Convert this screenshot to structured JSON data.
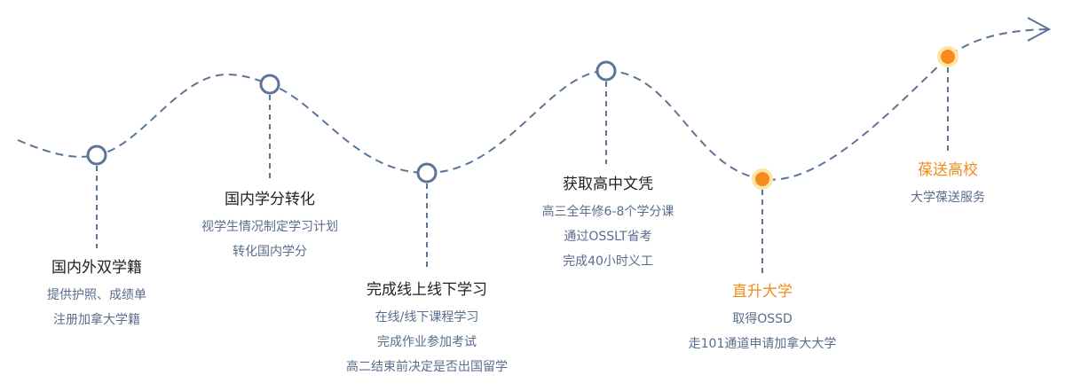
{
  "colors": {
    "path": "#5a7596",
    "node_ring": "#5a7596",
    "node_active_fill": "#f7891f",
    "node_active_glow": "#fbe6a3",
    "title_active": "#f08c1b",
    "desc": "#5a6d8c"
  },
  "steps": [
    {
      "title": "国内外双学籍",
      "lines": [
        "提供护照、成绩单",
        "注册加拿大学籍"
      ],
      "active": false
    },
    {
      "title": "国内学分转化",
      "lines": [
        "视学生情况制定学习计划",
        "转化国内学分"
      ],
      "active": false
    },
    {
      "title": "完成线上线下学习",
      "lines": [
        "在线/线下课程学习",
        "完成作业参加考试",
        "高二结束前决定是否出国留学"
      ],
      "active": false
    },
    {
      "title": "获取高中文凭",
      "lines": [
        "高三全年修6-8个学分课",
        "通过OSSLT省考",
        "完成40小时义工"
      ],
      "active": false
    },
    {
      "title": "直升大学",
      "lines": [
        "取得OSSD",
        "走101通道申请加拿大大学"
      ],
      "active": true
    },
    {
      "title": "葆送高校",
      "lines": [
        "大学葆送服务"
      ],
      "active": true
    }
  ]
}
